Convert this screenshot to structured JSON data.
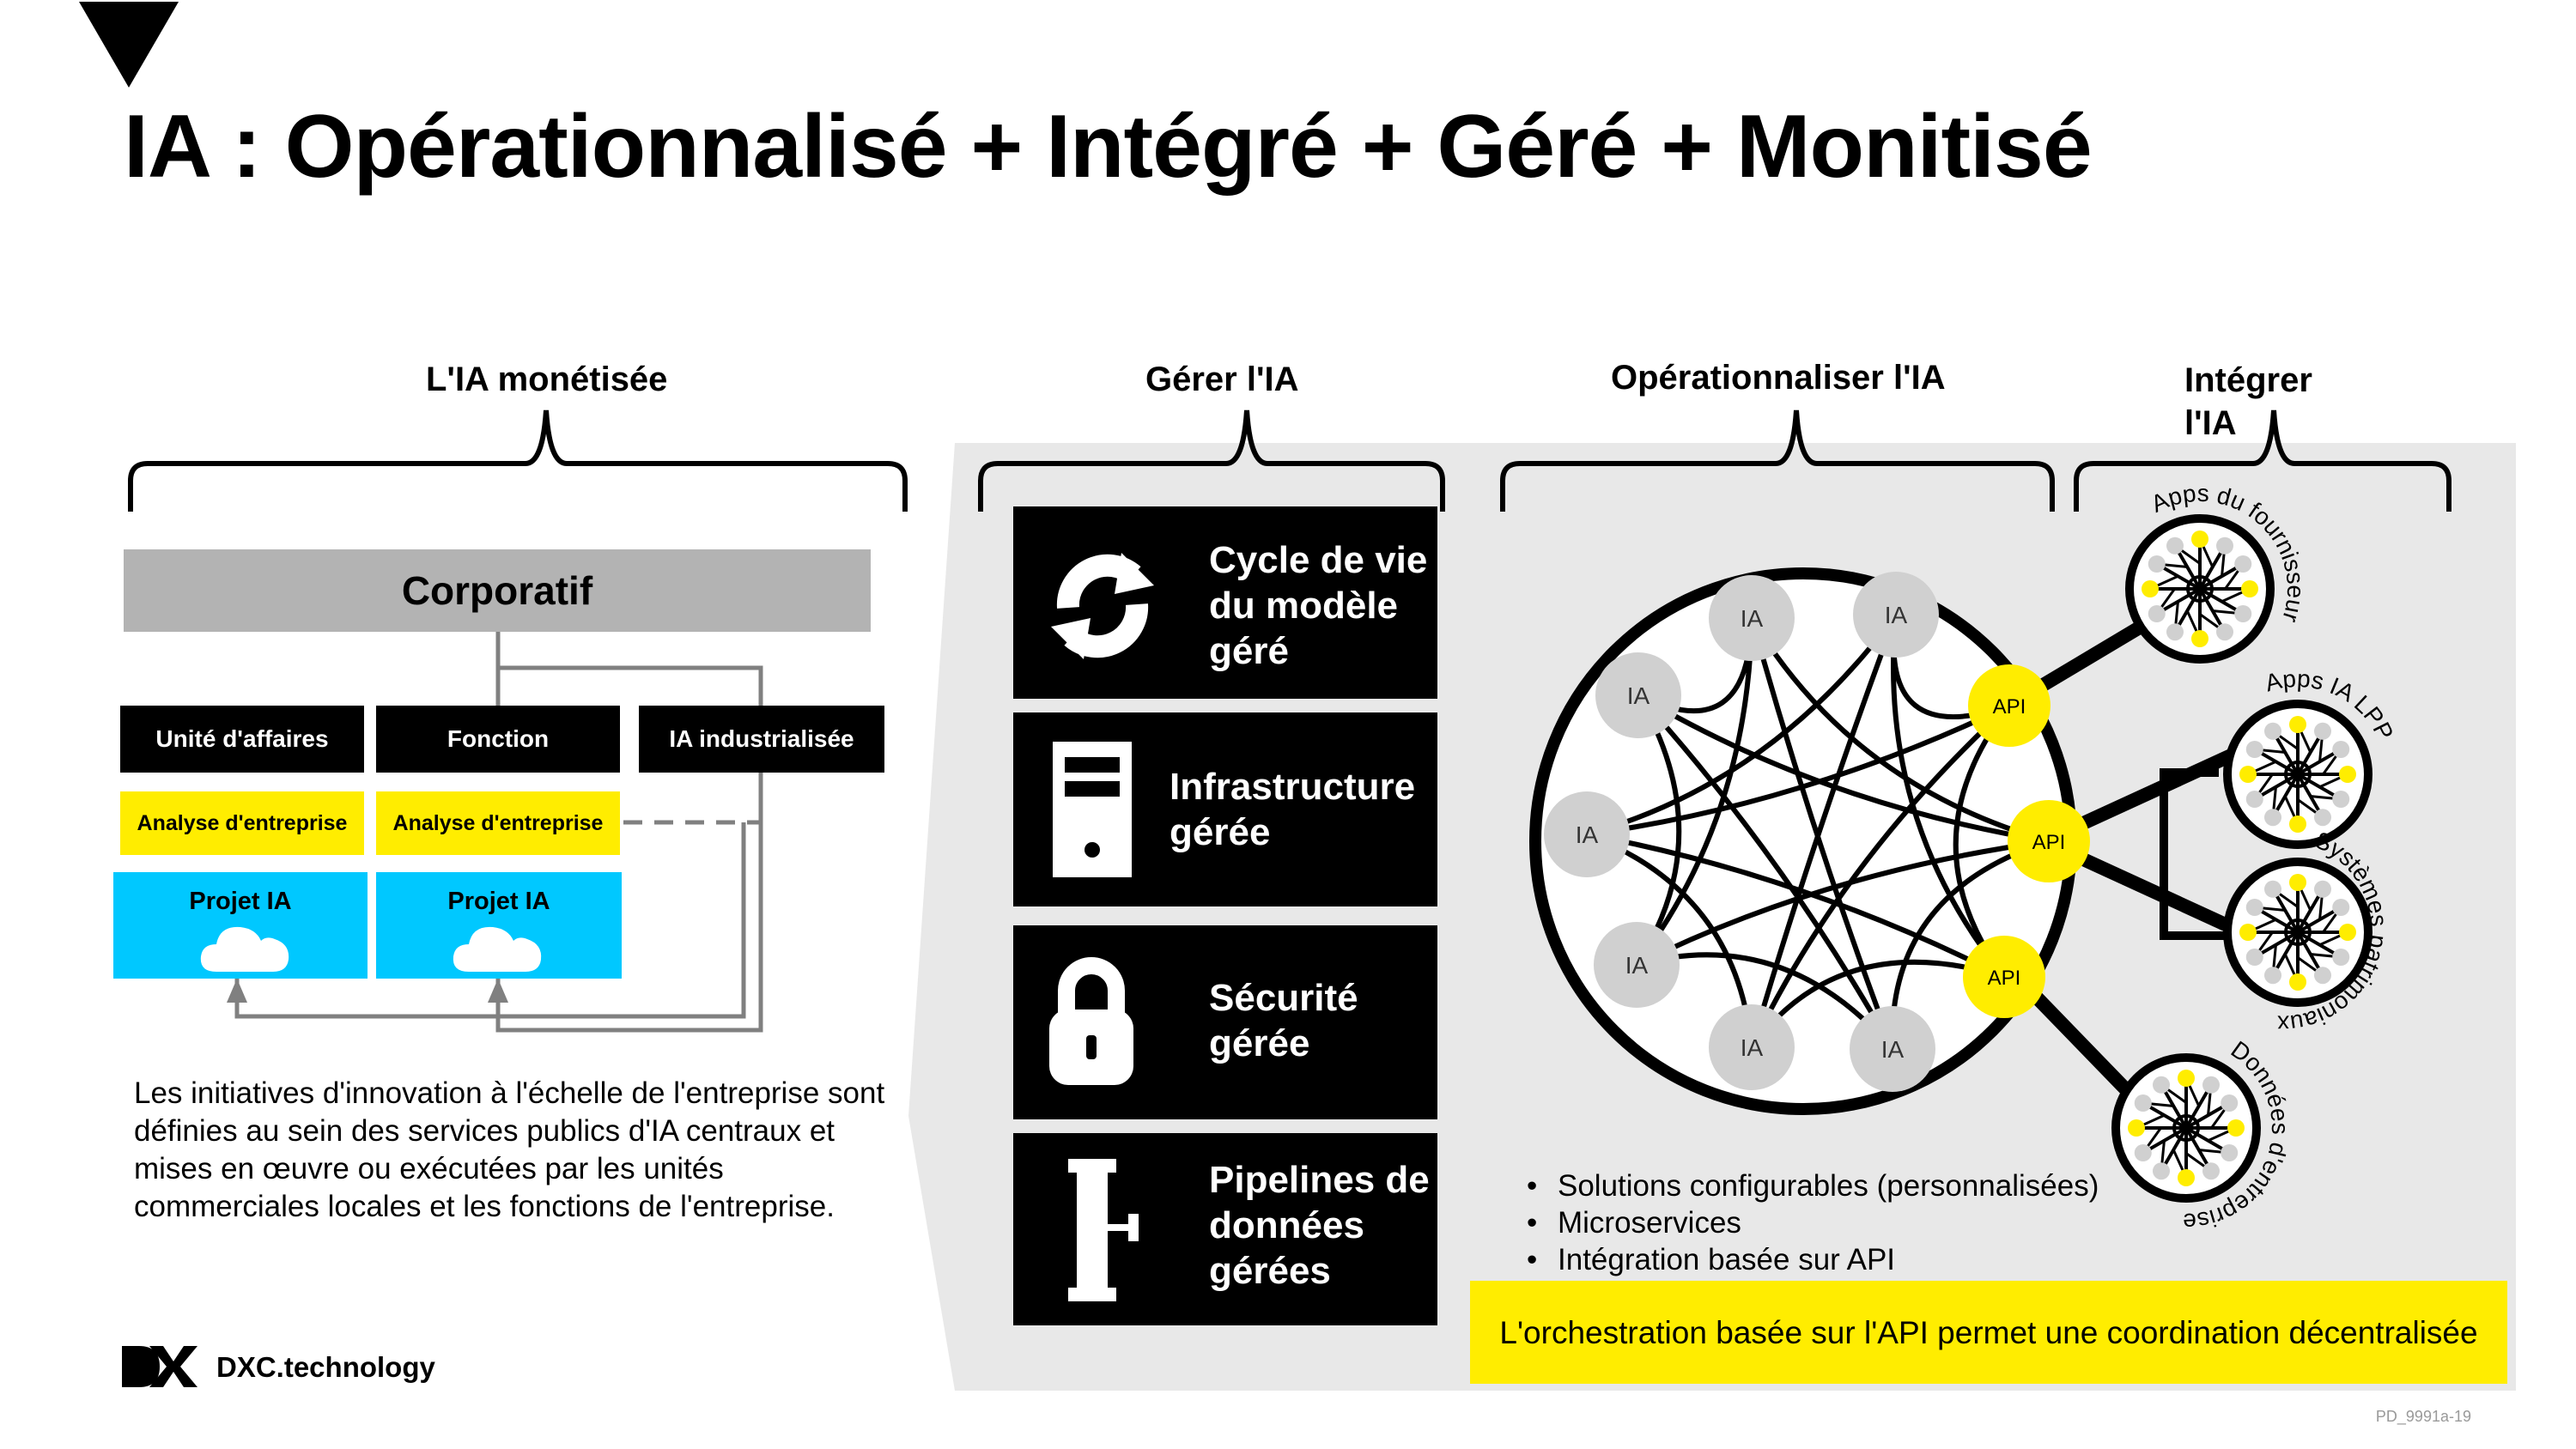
{
  "title": "IA : Opérationnalisé + Intégré + Géré + Monitisé",
  "sections": {
    "monetized": "L'IA monétisée",
    "manage": "Gérer l'IA",
    "operationalize": "Opérationnaliser l'IA",
    "integrate_line1": "Intégrer",
    "integrate_line2": "l'IA"
  },
  "corporate": "Corporatif",
  "units": [
    "Unité d'affaires",
    "Fonction",
    "IA industrialisée"
  ],
  "analysis_label": "Analyse d'entreprise",
  "project_label": "Projet IA",
  "description": "Les initiatives d'innovation à l'échelle de l'entreprise sont définies au sein des services publics d'IA centraux et mises en œuvre ou exécutées par les unités commerciales locales et les fonctions de l'entreprise.",
  "tiles": {
    "lifecycle": "Cycle de vie du modèle géré",
    "infrastructure": "Infrastructure gérée",
    "security": "Sécurité gérée",
    "pipelines": "Pipelines de données gérées"
  },
  "hub": {
    "node_label": "IA",
    "api_label": "API"
  },
  "integrations": {
    "vendor_apps": "Apps du fournisseur",
    "lpp_apps": "Apps IA LPP",
    "legacy": "Systèmes patrimoniaux",
    "enterprise_data": "Données d'entreprise"
  },
  "bullets": [
    "Solutions configurables (personnalisées)",
    "Microservices",
    "Intégration basée sur API"
  ],
  "banner": "L'orchestration basée sur l'API permet une coordination décentralisée",
  "brand": "DXC.technology",
  "doc_code": "PD_9991a-19",
  "colors": {
    "yellow": "#ffed00",
    "cyan": "#00c8ff",
    "gray_panel": "#e8e8e8",
    "corporate_gray": "#b3b3b3"
  }
}
